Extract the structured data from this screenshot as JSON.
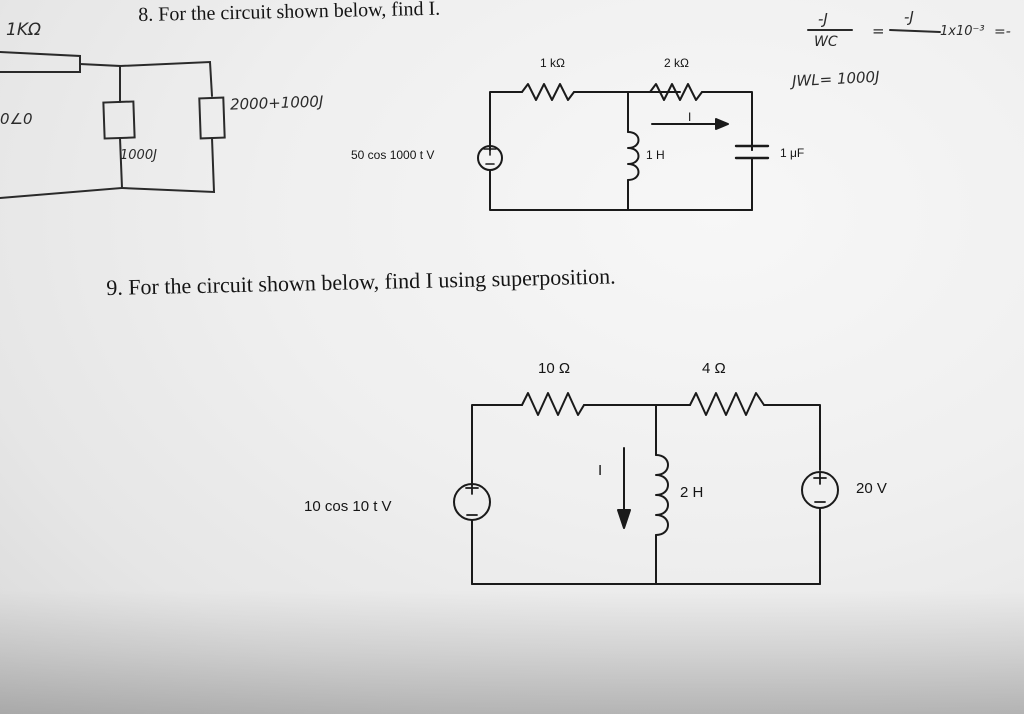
{
  "problems": {
    "q8": {
      "text": "8. For the circuit shown below, find I.",
      "source": "50 cos 1000 t V",
      "r1": "1 kΩ",
      "r2": "2 kΩ",
      "inductor": "1 H",
      "capacitor": "1 μF",
      "current": "I"
    },
    "q9": {
      "text": "9. For the circuit shown below, find I using superposition.",
      "source_left": "10 cos 10 t V",
      "r1": "10 Ω",
      "r2": "4 Ω",
      "inductor": "2 H",
      "source_right": "20 V",
      "current": "I"
    }
  },
  "handwriting": {
    "res_top_left": "1KΩ",
    "left_edge": "0∠0",
    "impedance_sum": "2000+1000J",
    "impedance_left": "1000J",
    "cap_eq_lhs_num": "-J",
    "cap_eq_lhs_den": "WC",
    "cap_eq_rhs_num": "-J",
    "cap_eq_rhs_den": "1x10⁻³",
    "cap_eq_tail": "=-",
    "ind_eq": "JWL= 1000J"
  }
}
